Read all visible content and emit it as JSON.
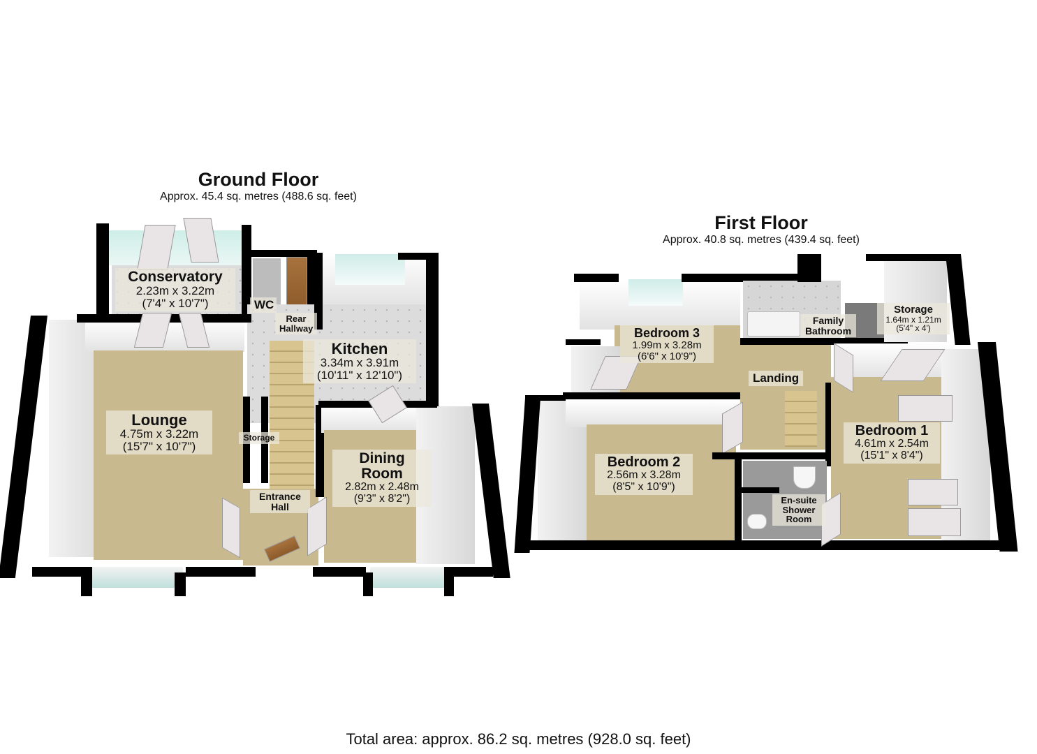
{
  "ground_floor": {
    "title": "Ground Floor",
    "area": "Approx. 45.4 sq. metres (488.6 sq. feet)",
    "rooms": {
      "conservatory": {
        "name": "Conservatory",
        "metric": "2.23m x 3.22m",
        "imperial": "(7'4\" x 10'7\")"
      },
      "wc": {
        "name": "WC"
      },
      "rear_hallway": {
        "name": "Rear Hallway"
      },
      "kitchen": {
        "name": "Kitchen",
        "metric": "3.34m x 3.91m",
        "imperial": "(10'11\" x 12'10\")"
      },
      "lounge": {
        "name": "Lounge",
        "metric": "4.75m x 3.22m",
        "imperial": "(15'7\" x 10'7\")"
      },
      "storage": {
        "name": "Storage"
      },
      "entrance_hall": {
        "name": "Entrance Hall"
      },
      "dining_room": {
        "name": "Dining Room",
        "metric": "2.82m x 2.48m",
        "imperial": "(9'3\" x 8'2\")"
      }
    }
  },
  "first_floor": {
    "title": "First Floor",
    "area": "Approx. 40.8 sq. metres (439.4 sq. feet)",
    "rooms": {
      "bedroom3": {
        "name": "Bedroom 3",
        "metric": "1.99m x 3.28m",
        "imperial": "(6'6\" x 10'9\")"
      },
      "family_bathroom": {
        "name": "Family Bathroom"
      },
      "storage": {
        "name": "Storage",
        "metric": "1.64m x 1.21m",
        "imperial": "(5'4\" x 4')"
      },
      "landing": {
        "name": "Landing"
      },
      "bedroom2": {
        "name": "Bedroom 2",
        "metric": "2.56m x 3.28m",
        "imperial": "(8'5\" x 10'9\")"
      },
      "bedroom1": {
        "name": "Bedroom 1",
        "metric": "4.61m x 2.54m",
        "imperial": "(15'1\" x 8'4\")"
      },
      "ensuite": {
        "name": "En-suite Shower Room"
      }
    }
  },
  "total_area": "Total area: approx. 86.2 sq. metres (928.0 sq. feet)"
}
